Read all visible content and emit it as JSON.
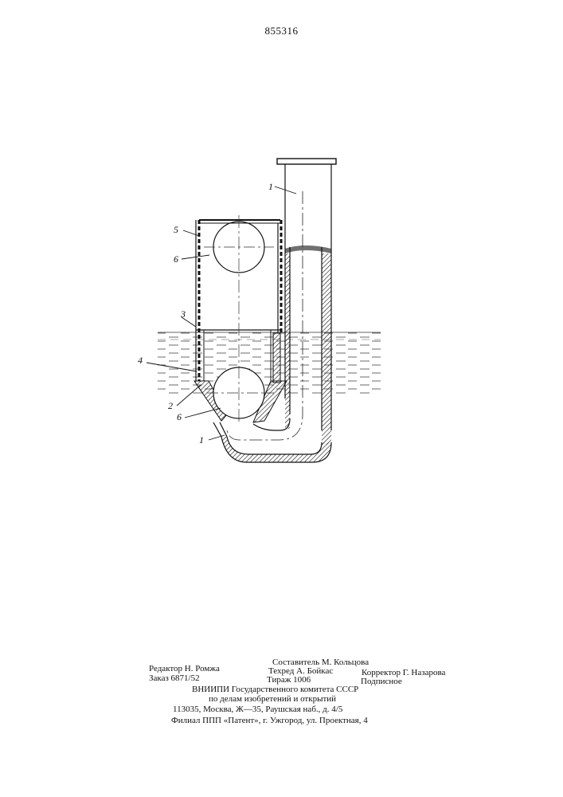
{
  "patent_number": "855316",
  "figure_labels": {
    "pipe_upper": "1",
    "pipe_lower": "1",
    "sleeve": "2",
    "float_ring": "3",
    "cone": "4",
    "casing": "5",
    "ball_upper": "6",
    "ball_lower": "6"
  },
  "imprint": {
    "editor": "Редактор Н. Ромжа",
    "order": "Заказ 6871/52",
    "compiler": "Составитель М. Кольцова",
    "techred": "Техред А. Бойкас",
    "circulation": "Тираж 1006",
    "corrector": "Корректор Г. Назарова",
    "subscription": "Подписное",
    "org_line1": "ВНИИПИ Государственного комитета СССР",
    "org_line2": "по делам изобретений и открытий",
    "address": "113035, Москва, Ж—35, Раушская наб., д. 4/5",
    "branch": "Филиал ППП «Патент», г. Ужгород, ул. Проектная, 4"
  }
}
